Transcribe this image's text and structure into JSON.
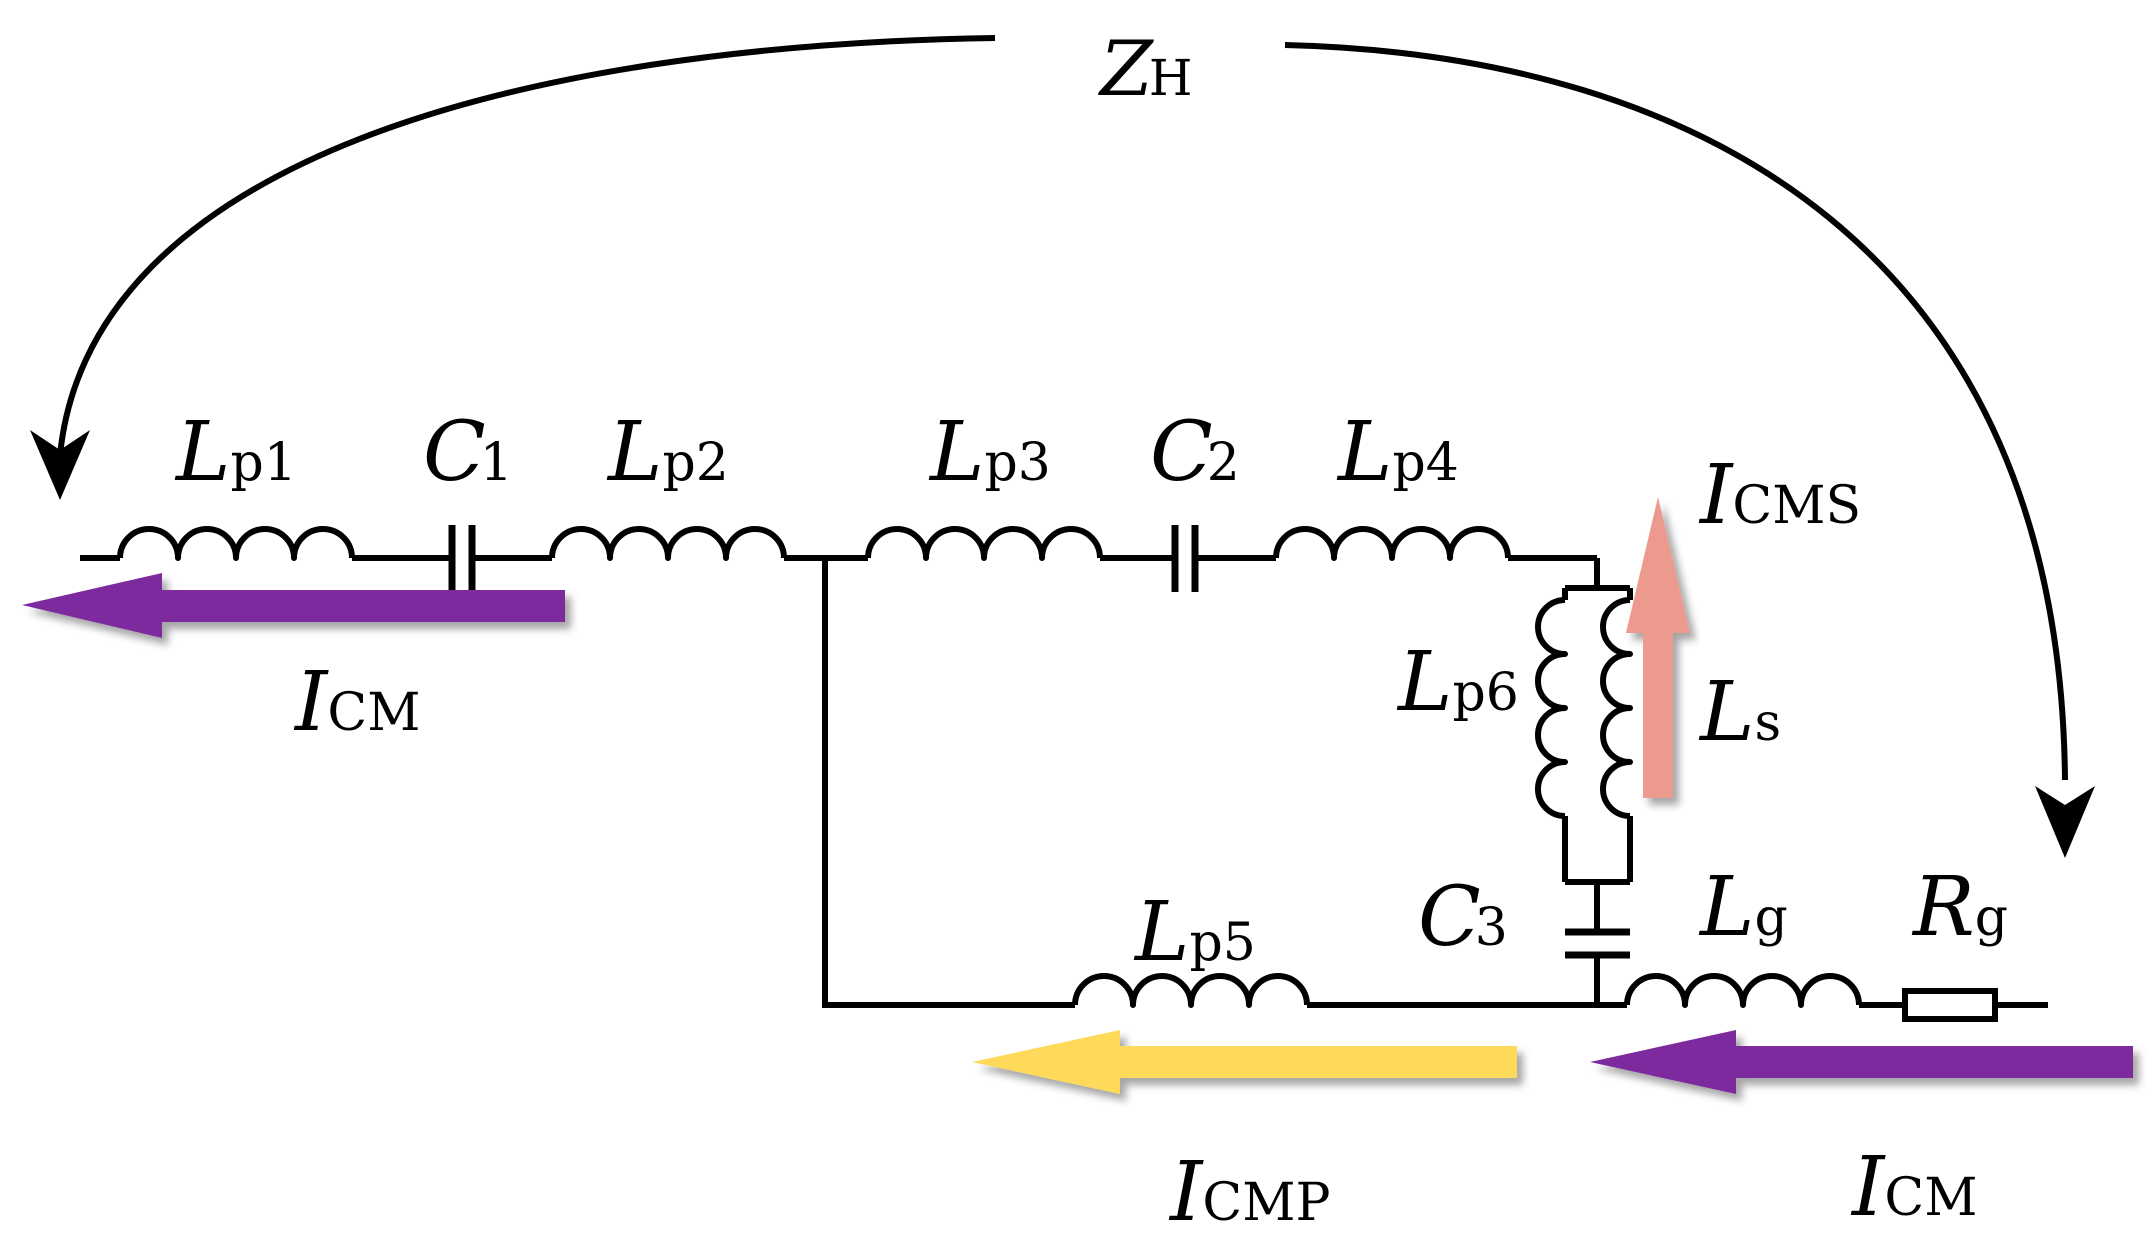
{
  "diagram": {
    "impedance_label": {
      "main": "Z",
      "sub": "H"
    },
    "components": {
      "Lp1": {
        "main": "L",
        "sub": "p1"
      },
      "C1": {
        "main": "C",
        "sub": "1"
      },
      "Lp2": {
        "main": "L",
        "sub": "p2"
      },
      "Lp3": {
        "main": "L",
        "sub": "p3"
      },
      "C2": {
        "main": "C",
        "sub": "2"
      },
      "Lp4": {
        "main": "L",
        "sub": "p4"
      },
      "Lp6": {
        "main": "L",
        "sub": "p6"
      },
      "Ls": {
        "main": "L",
        "sub": "s"
      },
      "C3": {
        "main": "C",
        "sub": "3"
      },
      "Lp5": {
        "main": "L",
        "sub": "p5"
      },
      "Lg": {
        "main": "L",
        "sub": "g"
      },
      "Rg": {
        "main": "R",
        "sub": "g"
      }
    },
    "currents": {
      "icm_left": {
        "main": "I",
        "sub": "CM"
      },
      "icms": {
        "main": "I",
        "sub": "CMS"
      },
      "icmp": {
        "main": "I",
        "sub": "CMP"
      },
      "icm_right": {
        "main": "I",
        "sub": "CM"
      }
    },
    "colors": {
      "icm_arrow": "#7B2C9E",
      "icmp_arrow": "#FFD95A",
      "icms_arrow": "#EC9A8E"
    }
  }
}
